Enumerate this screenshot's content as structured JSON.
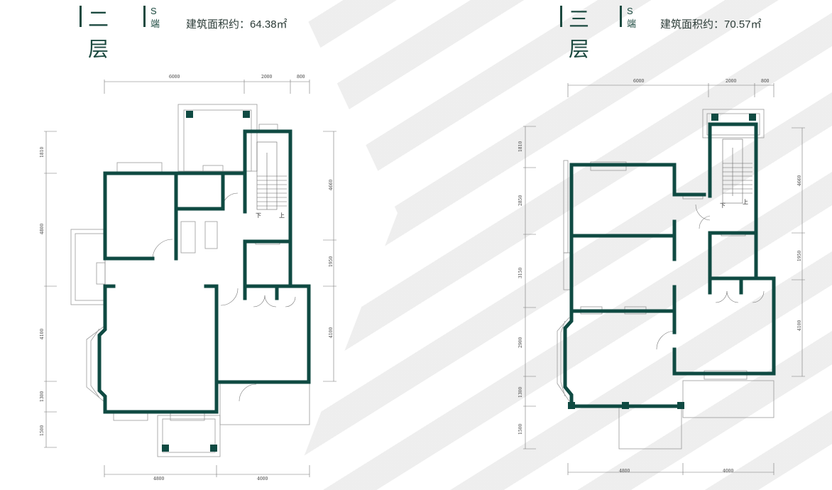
{
  "left_plan": {
    "floor_title": "二层",
    "side_label": "S端",
    "area_text": "建筑面积约：64.38㎡",
    "top_dims": [
      "6000",
      "2000",
      "800"
    ],
    "bottom_dims": [
      "4800",
      "4000"
    ],
    "left_dims": [
      "1810",
      "4800",
      "4100",
      "1300",
      "1500"
    ],
    "right_dims": [
      "4660",
      "1950",
      "4100"
    ],
    "stair_down": "下",
    "stair_up": "上"
  },
  "right_plan": {
    "floor_title": "三层",
    "side_label": "S端",
    "area_text": "建筑面积约：70.57㎡",
    "top_dims": [
      "6000",
      "2000",
      "800"
    ],
    "bottom_dims": [
      "4800",
      "4000"
    ],
    "left_dims": [
      "1810",
      "2850",
      "3150",
      "2900",
      "1300",
      "1500"
    ],
    "right_dims": [
      "4660",
      "1950",
      "4100"
    ],
    "stair_down": "下",
    "stair_up": "上"
  },
  "colors": {
    "wall": "#0f4a42",
    "heading": "#1c4a40",
    "stripe": "#e1e1e1"
  }
}
